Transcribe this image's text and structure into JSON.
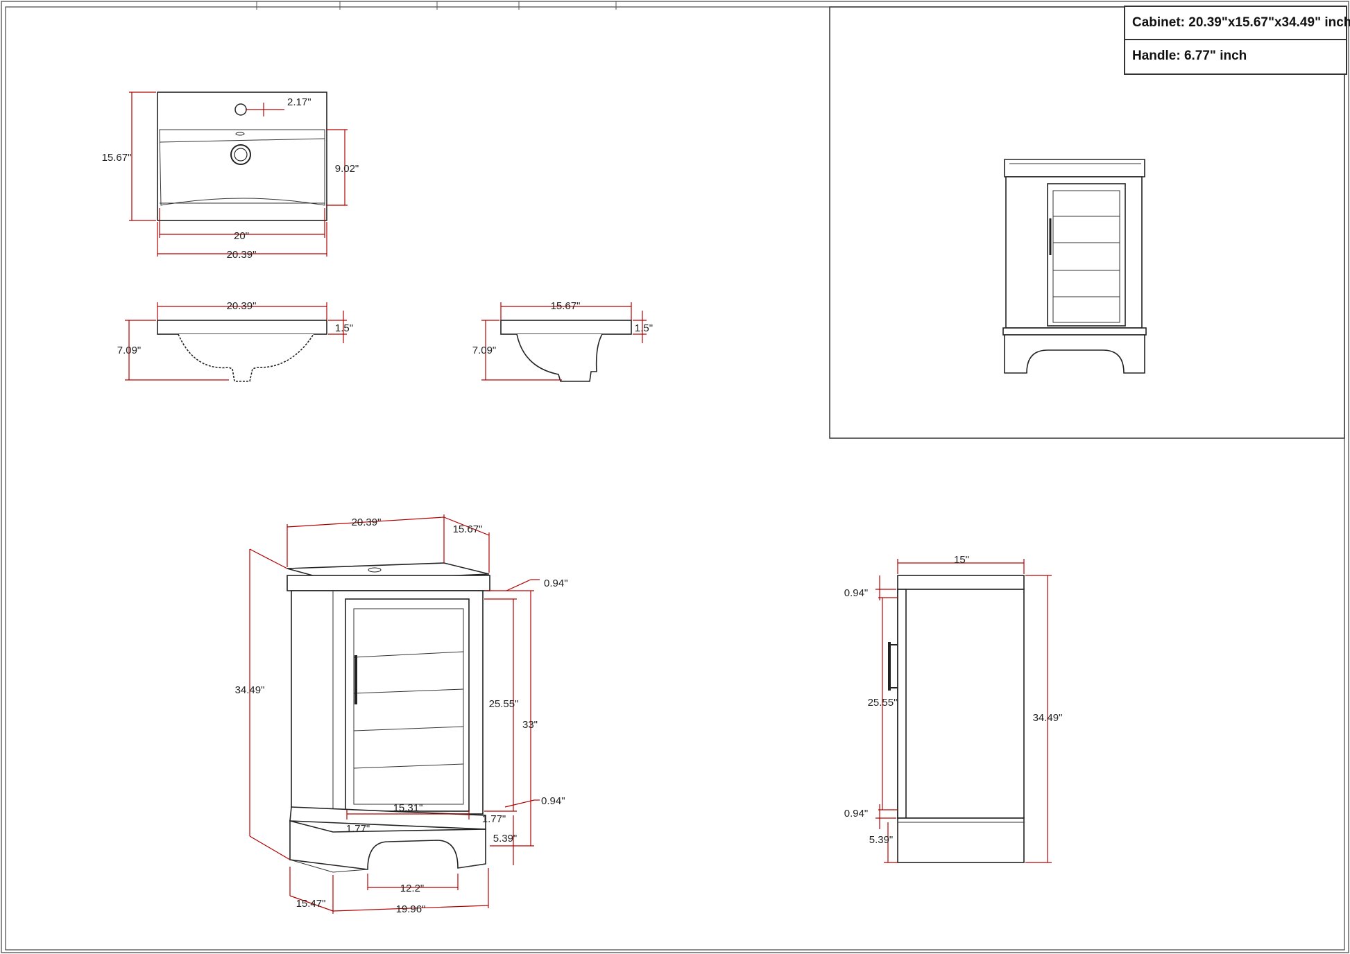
{
  "specs": {
    "cabinet": "Cabinet: 20.39\"x15.67\"x34.49\" inch",
    "handle": "Handle:  6.77\" inch"
  },
  "top_view": {
    "depth": "15.67\"",
    "hole": "2.17\"",
    "basin_depth": "9.02\"",
    "basin_width": "20\"",
    "width": "20.39\""
  },
  "front_sink": {
    "width": "20.39\"",
    "rim": "1.5\"",
    "height": "7.09\""
  },
  "side_sink": {
    "depth": "15.67\"",
    "rim": "1.5\"",
    "height": "7.09\""
  },
  "front_cabinet": {
    "width": "20.39\"",
    "depth": "15.67\"",
    "top_gap": "0.94\"",
    "total_height": "34.49\"",
    "door_height": "25.55\"",
    "body_height": "33\"",
    "bottom_gap": "0.94\"",
    "door_width": "15.31\"",
    "side_gap_left": "1.77\"",
    "side_gap_right": "1.77\"",
    "base_height": "5.39\"",
    "arch_width": "12.2\"",
    "base_depth": "15.47\"",
    "base_width": "19.96\""
  },
  "side_cabinet": {
    "depth": "15\"",
    "top_gap": "0.94\"",
    "door_height": "25.55\"",
    "total_height": "34.49\"",
    "bottom_gap": "0.94\"",
    "base_height": "5.39\""
  }
}
